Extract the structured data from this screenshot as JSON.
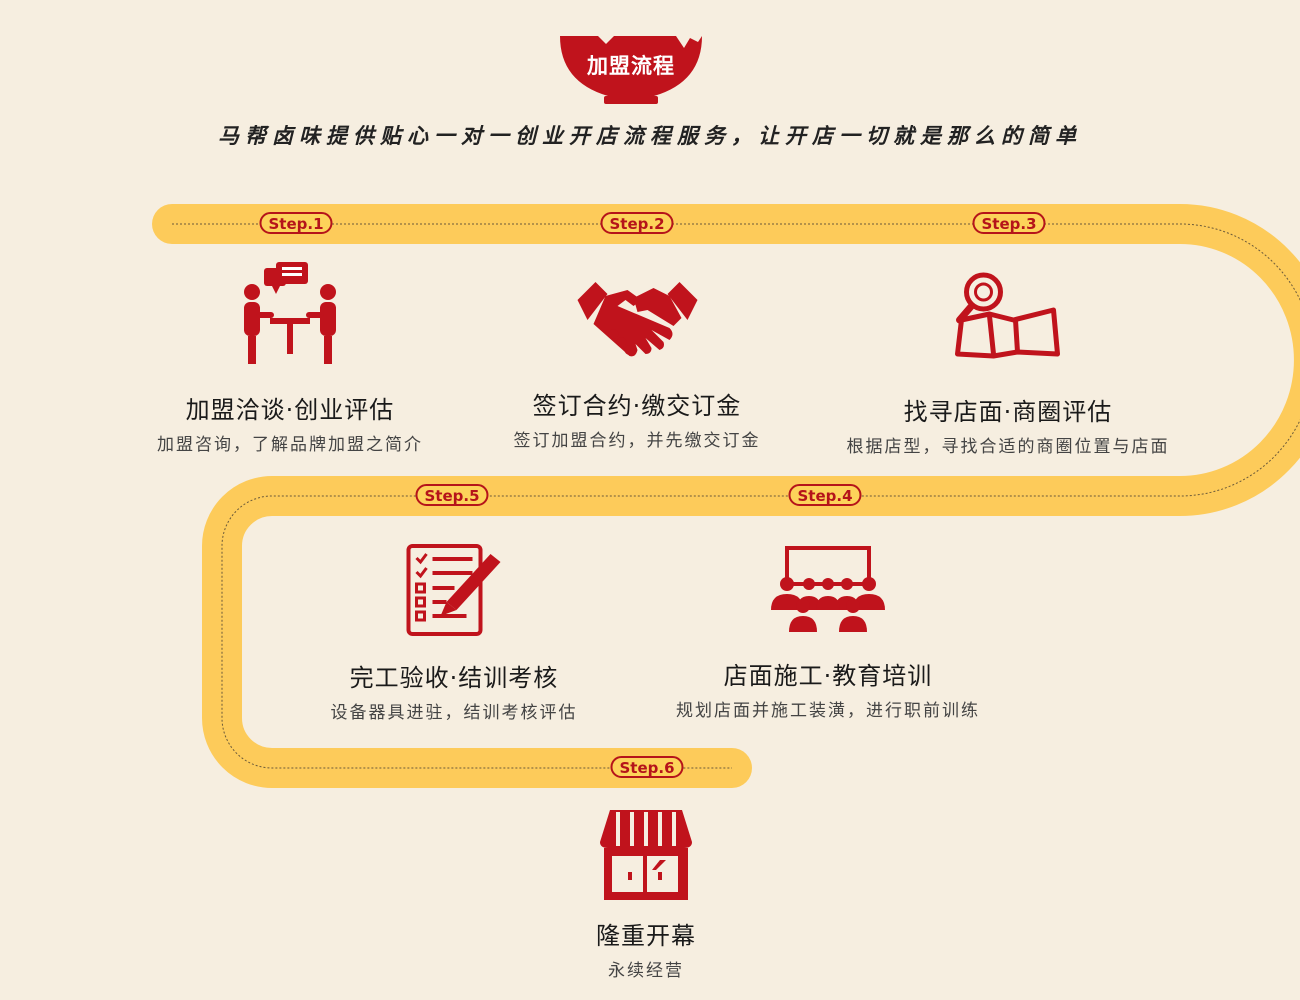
{
  "header": {
    "badge_title": "加盟流程",
    "subtitle": "马帮卤味提供贴心一对一创业开店流程服务，让开店一切就是那么的简单"
  },
  "colors": {
    "accent_red": "#c0131c",
    "road_yellow": "#fdcb5a",
    "background": "#f6eee0"
  },
  "steps": [
    {
      "badge": "Step.1",
      "title": "加盟洽谈·创业评估",
      "desc": "加盟咨询，了解品牌加盟之简介",
      "icon": "meeting-icon"
    },
    {
      "badge": "Step.2",
      "title": "签订合约·缴交订金",
      "desc": "签订加盟合约，并先缴交订金",
      "icon": "handshake-icon"
    },
    {
      "badge": "Step.3",
      "title": "找寻店面·商圈评估",
      "desc": "根据店型，寻找合适的商圈位置与店面",
      "icon": "map-search-icon"
    },
    {
      "badge": "Step.4",
      "title": "店面施工·教育培训",
      "desc": "规划店面并施工装潢，进行职前训练",
      "icon": "training-icon"
    },
    {
      "badge": "Step.5",
      "title": "完工验收·结训考核",
      "desc": "设备器具进驻，结训考核评估",
      "icon": "checklist-icon"
    },
    {
      "badge": "Step.6",
      "title": "隆重开幕",
      "desc": "永续经营",
      "icon": "storefront-icon"
    }
  ]
}
